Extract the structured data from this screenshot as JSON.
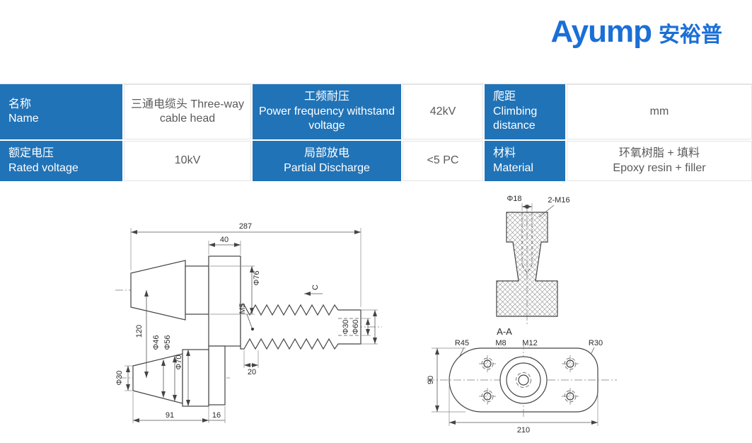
{
  "logo": {
    "brand": "Ayump",
    "brand_cn": "安裕普"
  },
  "spec_table": {
    "r1": {
      "h1_cn": "名称",
      "h1_en": "Name",
      "v1": "三通电缆头 Three-way cable head",
      "h2_cn": "工频耐压",
      "h2_en": "Power frequency withstand voltage",
      "v2": "42kV",
      "h3_cn": "爬距",
      "h3_en": "Climbing distance",
      "v3": "mm"
    },
    "r2": {
      "h1_cn": "额定电压",
      "h1_en": "Rated voltage",
      "v1": "10kV",
      "h2_cn": "局部放电",
      "h2_en": "Partial Discharge",
      "v2": "<5 PC",
      "h3_cn": "材料",
      "h3_en": "Material",
      "v3_cn": "环氧树脂 + 填料",
      "v3_en": "Epoxy resin + filler"
    }
  },
  "drawing": {
    "side_view": {
      "dim_total": "287",
      "dim_flange": "40",
      "dia_flange": "Φ76",
      "thread_m5": "M5",
      "view_c": "C",
      "dim_height": "120",
      "dia_46": "Φ46",
      "dia_56": "Φ56",
      "dia_leg_end": "Φ30",
      "dia_70": "Φ70",
      "dim_20": "20",
      "dia_end_inner": "Φ30",
      "dia_end_outer": "Φ60",
      "dim_91": "91",
      "dim_16": "16"
    },
    "detail_view": {
      "dia_hole": "Φ18",
      "thread_note": "2-M16"
    },
    "section_view": {
      "title": "A-A",
      "radius_left": "R45",
      "thread_m8": "M8",
      "thread_m12": "M12",
      "radius_right": "R30",
      "dim_height": "90",
      "dim_width": "210"
    }
  }
}
